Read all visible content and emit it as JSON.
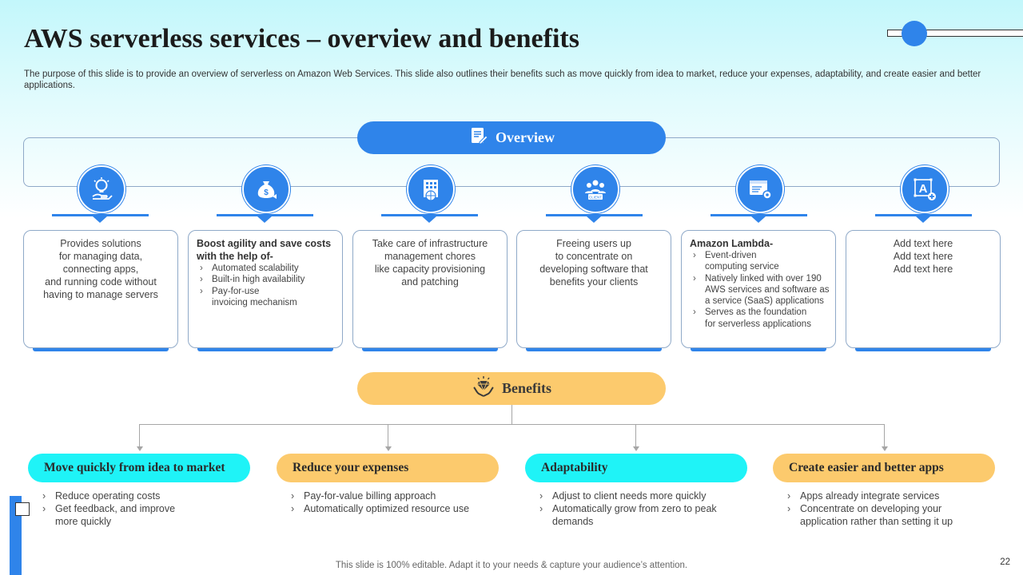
{
  "header": {
    "title": "AWS serverless services – overview and benefits",
    "subtitle": "The purpose of this slide is to provide an overview of serverless on Amazon Web Services. This slide also outlines their benefits such as move quickly from idea to market, reduce your expenses, adaptability, and create easier and better applications."
  },
  "overview": {
    "label": "Overview",
    "icon": "document-pen-icon",
    "cards": [
      {
        "icon": "lightbulb-hand-icon",
        "text": "Provides solutions\nfor managing data,\nconnecting apps,\nand running code without\nhaving to manage servers"
      },
      {
        "icon": "money-bag-icon",
        "heading": "Boost agility and save costs with the help of-",
        "items": [
          "Automated scalability",
          "Built-in high availability",
          "Pay-for-use\ninvoicing mechanism"
        ]
      },
      {
        "icon": "building-globe-icon",
        "text": "Take care of infrastructure\nmanagement chores\nlike capacity provisioning\nand patching"
      },
      {
        "icon": "client-group-icon",
        "text": "Freeing users up\nto concentrate on\ndeveloping software that\nbenefits your clients"
      },
      {
        "icon": "browser-gear-icon",
        "heading": "Amazon Lambda-",
        "items": [
          "Event-driven\ncomputing service",
          "Natively linked with over 190 AWS services and software as a service (SaaS) applications",
          "Serves as the foundation\nfor serverless applications"
        ]
      },
      {
        "icon": "text-tool-icon",
        "text": "Add text here\nAdd text here\nAdd text here"
      }
    ]
  },
  "benefits": {
    "label": "Benefits",
    "icon": "hand-diamond-icon",
    "items": [
      {
        "title": "Move quickly from idea to market",
        "points": [
          "Reduce operating costs",
          "Get feedback, and improve more quickly"
        ]
      },
      {
        "title": "Reduce your expenses",
        "points": [
          "Pay-for-value billing approach",
          "Automatically optimized resource use"
        ]
      },
      {
        "title": "Adaptability",
        "points": [
          "Adjust to client needs more quickly",
          "Automatically grow from zero to peak demands"
        ]
      },
      {
        "title": "Create easier and better apps",
        "points": [
          "Apps already integrate services",
          "Concentrate on developing your application rather than setting it up"
        ]
      }
    ]
  },
  "footer": {
    "text": "This slide is 100% editable. Adapt it to your needs & capture your audience’s attention.",
    "page": "22"
  },
  "colors": {
    "blue": "#2f84ea",
    "cyan": "#1ff3f7",
    "yellow": "#fcca6d"
  }
}
